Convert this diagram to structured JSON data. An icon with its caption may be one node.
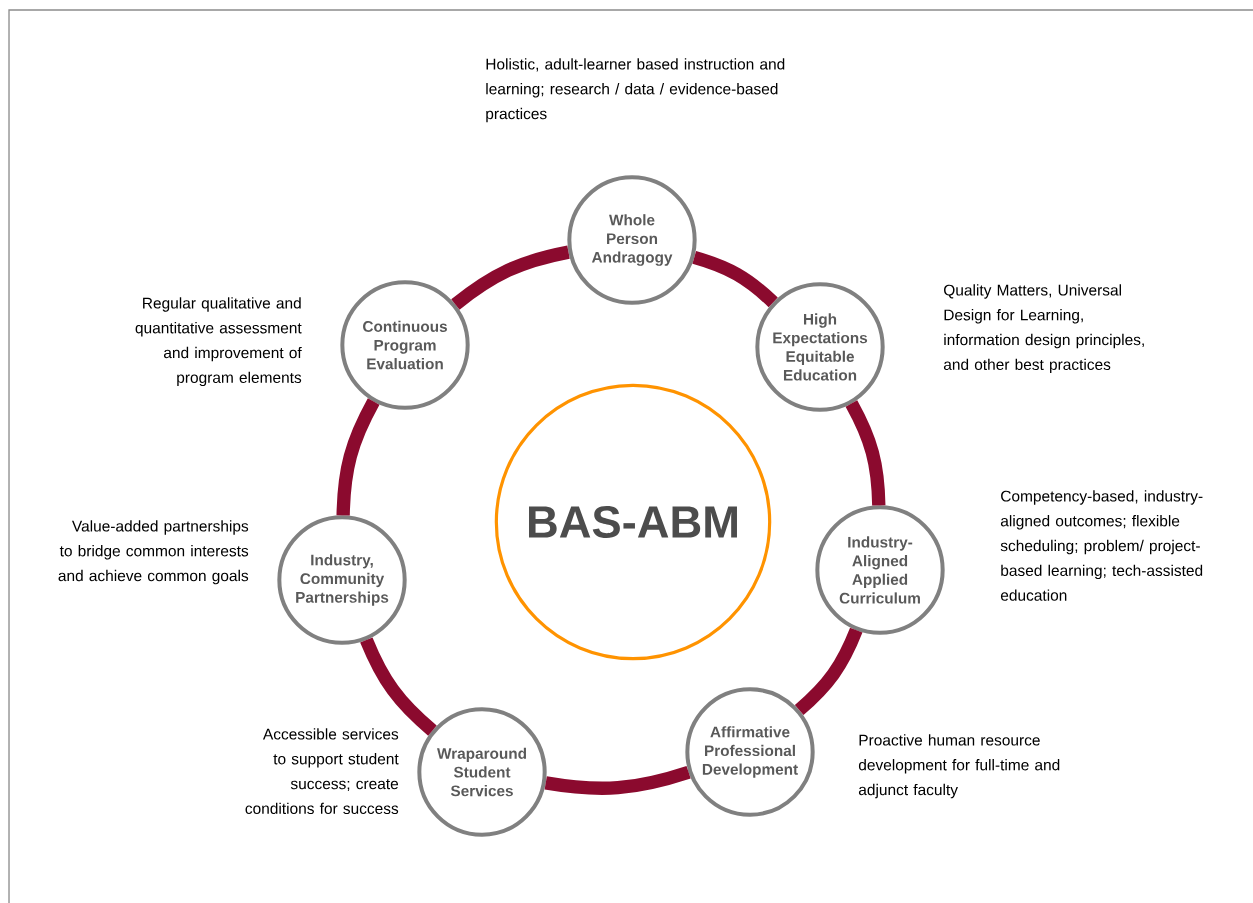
{
  "diagram": {
    "nodes": [
      {
        "text": [
          "Whole Person Andragogy"
        ],
        "beside": [
          "Holistic, adult-learner based instruction and learning; research / data / evidence-based practices"
        ]
      },
      {
        "text": [
          "Continuous Program Evaluation"
        ],
        "beside": [
          "Regular qualitative and quantitative assessment and improvement of program elements"
        ]
      },
      {
        "text": [
          "High Expectations Equitable Education"
        ],
        "beside": [
          "Quality Matters, Universal Design for Learning, information design principles, and other best practices"
        ]
      },
      {
        "text": [
          "BAS-ABM"
        ]
      },
      {
        "text": [
          "Industry, Community Partnerships"
        ],
        "beside": [
          "Value-added partnerships to bridge common interests and achieve common goals"
        ]
      },
      {
        "text": [
          "Industry-Aligned Applied Curriculum"
        ],
        "beside": [
          "Competency-based, industry-aligned outcomes; flexible scheduling; problem/ project-based learning; tech-assisted education"
        ]
      },
      {
        "text": [
          "Wraparound Student Services"
        ],
        "beside": [
          "Accessible services to support student success; create conditions for success"
        ]
      },
      {
        "text": [
          "Affirmative Professional Development"
        ],
        "beside": [
          "Proactive human resource development for full-time and adjunct faculty"
        ]
      }
    ],
    "edges": [
      {
        "from": 0,
        "to": 2,
        "arrow": "none"
      },
      {
        "from": 2,
        "to": 5,
        "arrow": "none"
      },
      {
        "from": 5,
        "to": 7,
        "arrow": "none"
      },
      {
        "from": 7,
        "to": 6,
        "arrow": "none"
      },
      {
        "from": 6,
        "to": 4,
        "arrow": "none"
      },
      {
        "from": 4,
        "to": 1,
        "arrow": "none"
      },
      {
        "from": 1,
        "to": 0,
        "arrow": "none"
      }
    ]
  }
}
